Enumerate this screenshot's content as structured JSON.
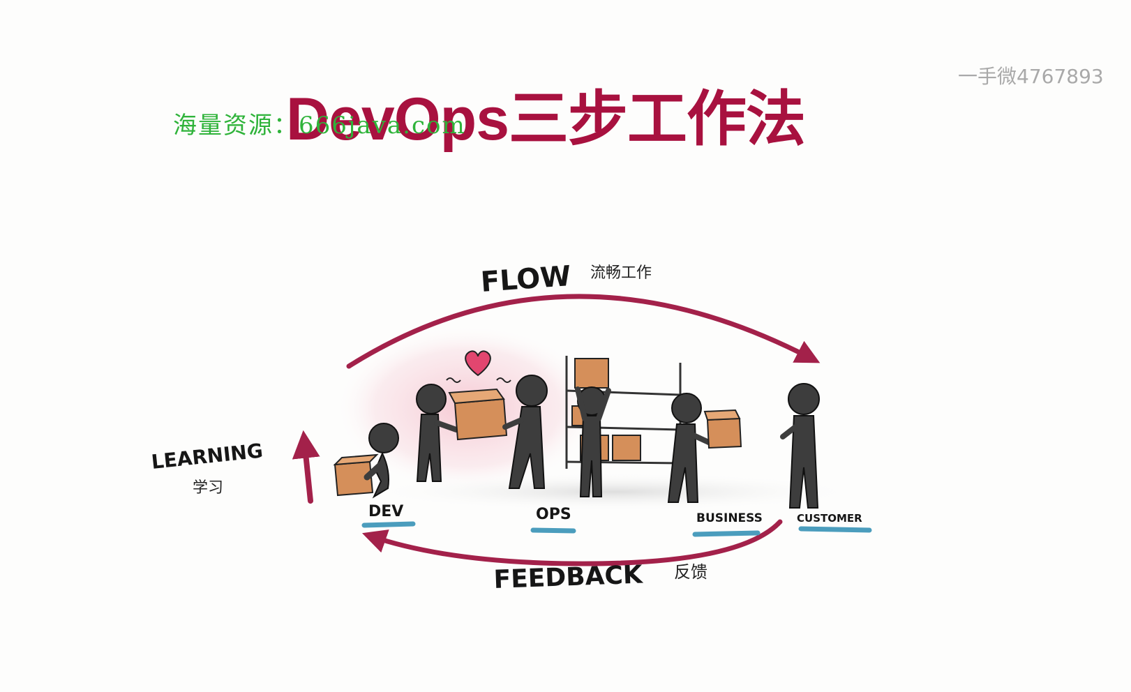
{
  "slide": {
    "title": "DevOps三步工作法",
    "watermark_left": "海量资源：666java.com",
    "watermark_right": "一手微4767893"
  },
  "diagram": {
    "flow_label": "FLOW",
    "flow_label_cn": "流畅工作",
    "feedback_label": "FEEDBACK",
    "feedback_label_cn": "反馈",
    "learning_label": "LEARNING",
    "learning_label_cn": "学习",
    "stages": [
      {
        "label": "DEV"
      },
      {
        "label": "OPS"
      },
      {
        "label": "BUSINESS"
      },
      {
        "label": "CUSTOMER"
      }
    ]
  },
  "colors": {
    "title": "#a8113f",
    "arrow": "#a3214a",
    "underline": "#4b9dbd",
    "box": "#d58f5a",
    "figure": "#3d3d3d",
    "watermark_green": "#2fb33a",
    "watermark_gray": "#a9a9a9"
  }
}
